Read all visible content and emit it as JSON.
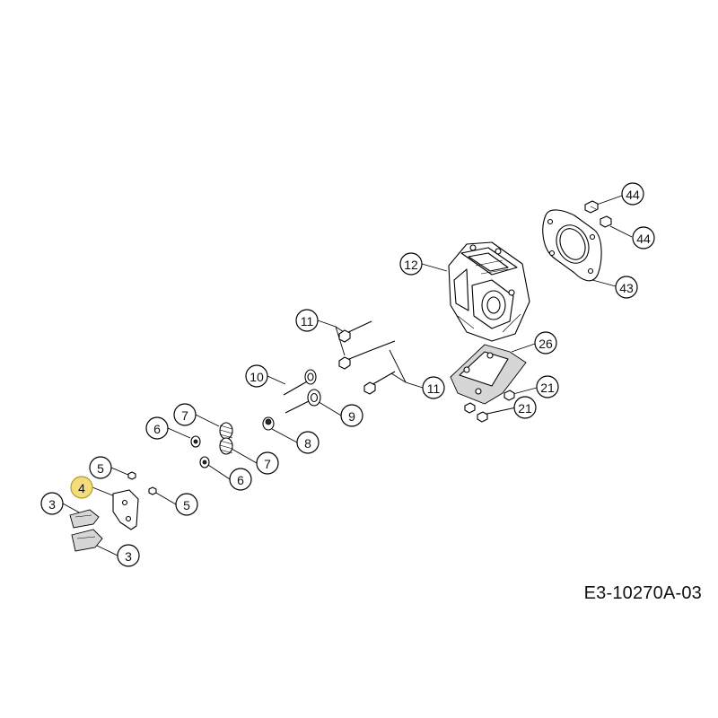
{
  "drawing_code": "E3-10270A-03",
  "callouts": [
    "44",
    "44",
    "43",
    "12",
    "26",
    "11",
    "11",
    "21",
    "21",
    "10",
    "9",
    "8",
    "7",
    "7",
    "6",
    "6",
    "5",
    "5",
    "4",
    "3",
    "3"
  ],
  "highlighted_callout": "4",
  "colors": {
    "highlight": "#f3dc7a",
    "line": "#000000"
  }
}
